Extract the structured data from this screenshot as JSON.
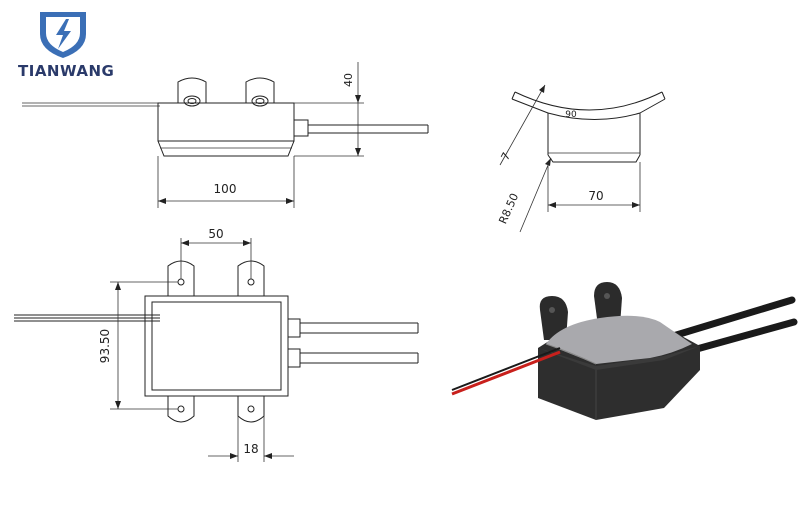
{
  "brand": {
    "name": "TIANWANG",
    "logo_icon": "shield-lightning-icon",
    "logo_color": "#3b6fb6"
  },
  "dimensions": {
    "top_height": "40",
    "top_length": "100",
    "side_label_90": "90",
    "side_7": "7",
    "side_radius": "R8.50",
    "side_width": "70",
    "plan_spacing": "50",
    "plan_height": "93.50",
    "plan_tab": "18"
  },
  "colors": {
    "wire_red": "#c8201c",
    "wire_black": "#1a1a1a",
    "body_dark": "#2e2e2e",
    "top_face": "#a9a9ad"
  }
}
